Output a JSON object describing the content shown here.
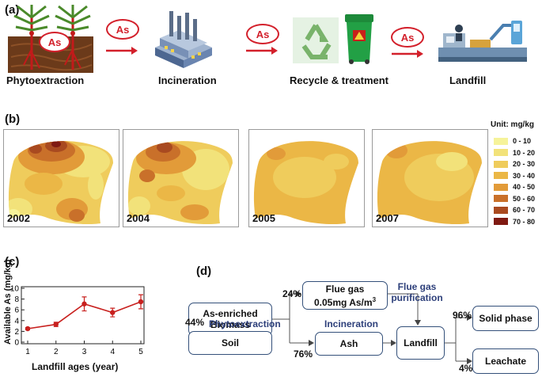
{
  "panel_a": {
    "label": "(a)",
    "stages": [
      "Phytoextraction",
      "Incineration",
      "Recycle & treatment",
      "Landfill"
    ],
    "as_tag": "As",
    "accent_color": "#d3202b"
  },
  "panel_b": {
    "label": "(b)",
    "maps": [
      {
        "year": "2002"
      },
      {
        "year": "2004"
      },
      {
        "year": "2005"
      },
      {
        "year": "2007"
      }
    ],
    "legend_title": "Unit: mg/kg",
    "legend": [
      {
        "range": "0 - 10",
        "color": "#f6f39a"
      },
      {
        "range": "10 - 20",
        "color": "#f2e27a"
      },
      {
        "range": "20 - 30",
        "color": "#efcc5c"
      },
      {
        "range": "30 - 40",
        "color": "#ebb746"
      },
      {
        "range": "40 - 50",
        "color": "#e29b39"
      },
      {
        "range": "50 - 60",
        "color": "#c9702a"
      },
      {
        "range": "60 - 70",
        "color": "#a94a20"
      },
      {
        "range": "70 - 80",
        "color": "#7f1a12"
      }
    ]
  },
  "panel_c": {
    "label": "(c)",
    "chart_data": {
      "type": "line",
      "x": [
        1,
        2,
        3,
        4,
        5
      ],
      "y": [
        2.5,
        3.3,
        7.1,
        5.5,
        7.5
      ],
      "error": [
        0.2,
        0.4,
        1.3,
        0.8,
        1.3
      ],
      "xlabel": "Landfill ages (year)",
      "ylabel": "Available As (mg/kg)",
      "xticks": [
        "1",
        "2",
        "3",
        "4",
        "5"
      ],
      "yticks": [
        "0",
        "2",
        "4",
        "6",
        "8",
        "10"
      ],
      "xlim": [
        1,
        5
      ],
      "ylim": [
        0,
        10
      ],
      "color": "#c8201e"
    }
  },
  "panel_d": {
    "label": "(d)",
    "boxes": {
      "biomass": "As-enriched Biomass",
      "soil": "Soil",
      "flue_gas_line1": "Flue gas",
      "flue_gas_line2": "0.05mg As/m",
      "flue_gas_sup": "3",
      "ash": "Ash",
      "landfill": "Landfill",
      "solid": "Solid phase",
      "leachate": "Leachate"
    },
    "labels": {
      "phytoextraction": "Phytoextraction",
      "incineration": "Incineration",
      "purification": "Flue gas purification"
    },
    "percents": {
      "soil_to_biomass": "44%",
      "to_flue_gas": "24%",
      "to_ash": "76%",
      "to_solid": "96%",
      "to_leachate": "4%"
    },
    "label_color": "#2d3f7a"
  }
}
